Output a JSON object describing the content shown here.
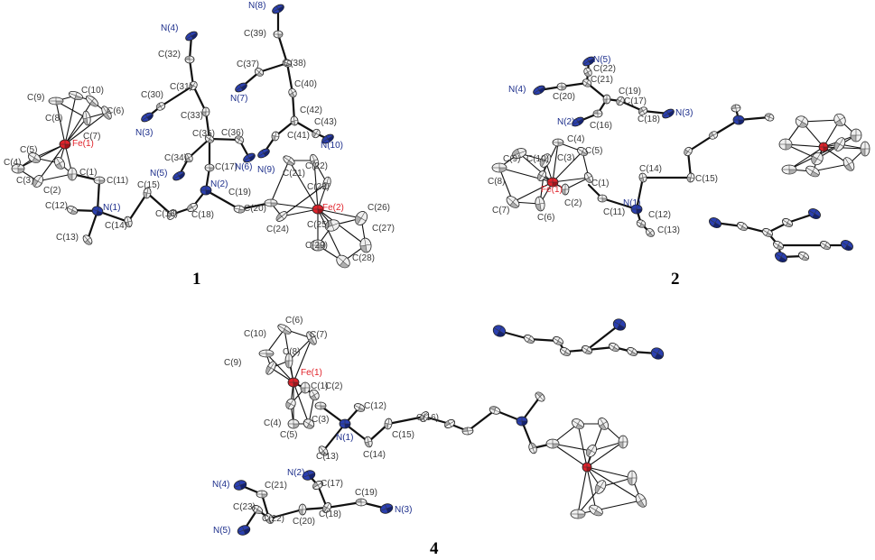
{
  "colors": {
    "carbon": "#c8c8c8",
    "iron": "#e0222a",
    "nitrogen": "#2a3fb0",
    "bond": "#111111",
    "text": "#3a3a3a"
  },
  "structures": [
    {
      "number": "1",
      "labels": [
        "Fe(1)",
        "Fe(2)",
        "N(1)",
        "N(2)",
        "N(3)",
        "N(4)",
        "N(5)",
        "N(6)",
        "N(7)",
        "N(8)",
        "N(9)",
        "N(10)",
        "C(1)",
        "C(2)",
        "C(3)",
        "C(4)",
        "C(5)",
        "C(6)",
        "C(7)",
        "C(8)",
        "C(9)",
        "C(10)",
        "C(11)",
        "C(12)",
        "C(13)",
        "C(14)",
        "C(15)",
        "C(16)",
        "C(17)",
        "C(18)",
        "C(19)",
        "C(20)",
        "C(21)",
        "C(22)",
        "C(23)",
        "C(24)",
        "C(25)",
        "C(26)",
        "C(27)",
        "C(28)",
        "C(29)",
        "C(30)",
        "C(31)",
        "C(32)",
        "C(33)",
        "C(34)",
        "C(35)",
        "C(36)",
        "C(37)",
        "C(38)",
        "C(39)",
        "C(40)",
        "C(41)",
        "C(42)",
        "C(43)"
      ]
    },
    {
      "number": "2",
      "labels": [
        "Fe(1)",
        "N(1)",
        "N(2)",
        "N(3)",
        "N(4)",
        "N(5)",
        "C(1)",
        "C(2)",
        "C(3)",
        "C(4)",
        "C(5)",
        "C(6)",
        "C(7)",
        "C(8)",
        "C(9)",
        "C(10)",
        "C(11)",
        "C(12)",
        "C(13)",
        "C(14)",
        "C(15)",
        "C(16)",
        "C(17)",
        "C(18)",
        "C(19)",
        "C(20)",
        "C(21)",
        "C(22)"
      ]
    },
    {
      "number": "4",
      "labels": [
        "Fe(1)",
        "N(1)",
        "N(2)",
        "N(3)",
        "N(4)",
        "N(5)",
        "C(1)",
        "C(2)",
        "C(3)",
        "C(4)",
        "C(5)",
        "C(6)",
        "C(7)",
        "C(8)",
        "C(9)",
        "C(10)",
        "C(11)",
        "C(12)",
        "C(13)",
        "C(14)",
        "C(15)",
        "C(16)",
        "C(17)",
        "C(18)",
        "C(19)",
        "C(20)",
        "C(21)",
        "C(22)",
        "C(23)"
      ]
    }
  ]
}
